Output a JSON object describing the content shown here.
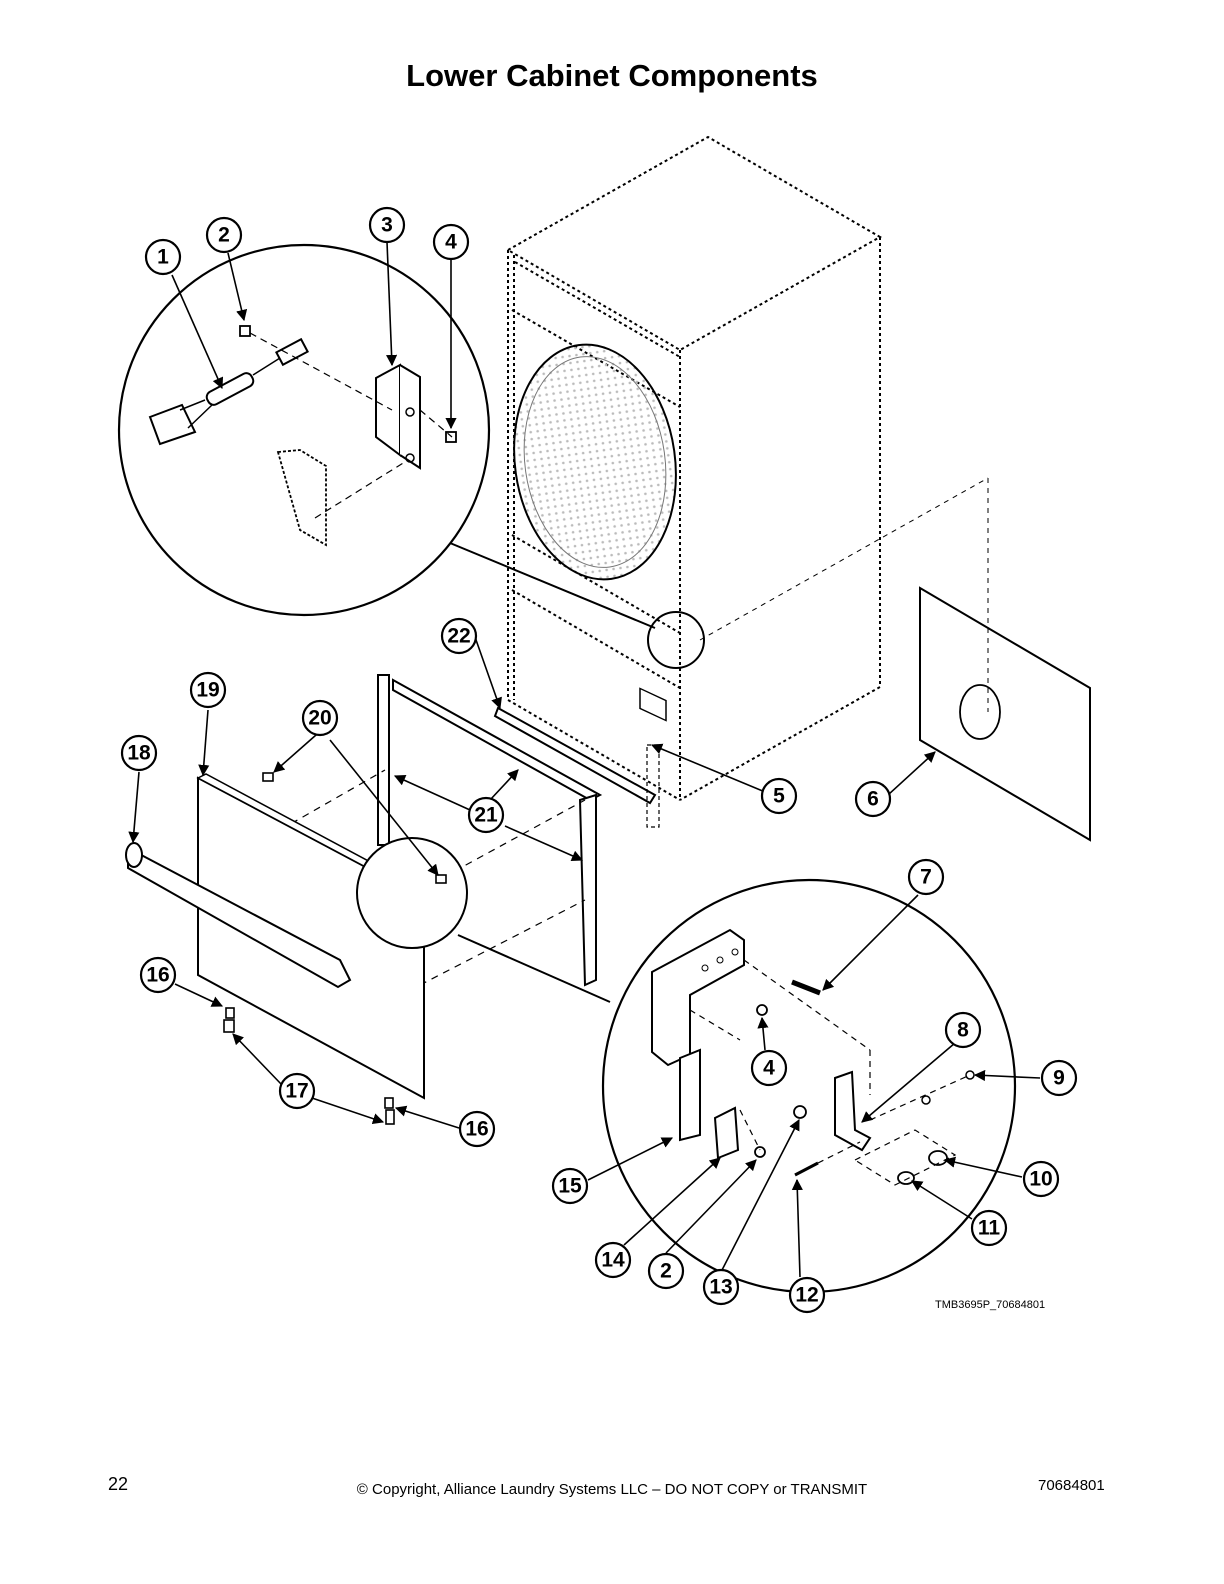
{
  "page": {
    "title": "Lower Cabinet Components",
    "drawing_id": "TMB3695P_70684801",
    "footer": {
      "page_number": "22",
      "copyright": "© Copyright, Alliance Laundry Systems LLC – DO NOT COPY or TRANSMIT",
      "doc_number": "70684801"
    }
  },
  "callouts": [
    "1",
    "2",
    "3",
    "4",
    "5",
    "6",
    "7",
    "8",
    "9",
    "10",
    "11",
    "12",
    "13",
    "14",
    "15",
    "16",
    "17",
    "18",
    "19",
    "20",
    "21",
    "22"
  ],
  "callout_labels": {
    "c1": "1",
    "c2a": "2",
    "c3": "3",
    "c4a": "4",
    "c5": "5",
    "c6": "6",
    "c7": "7",
    "c8": "8",
    "c9": "9",
    "c10": "10",
    "c11": "11",
    "c12": "12",
    "c13": "13",
    "c14": "14",
    "c15": "15",
    "c16a": "16",
    "c16b": "16",
    "c17": "17",
    "c18": "18",
    "c19": "19",
    "c20": "20",
    "c21": "21",
    "c22": "22",
    "c4b": "4",
    "c2b": "2"
  },
  "colors": {
    "line": "#000000",
    "background": "#ffffff",
    "drum": "#cfcfcf"
  }
}
